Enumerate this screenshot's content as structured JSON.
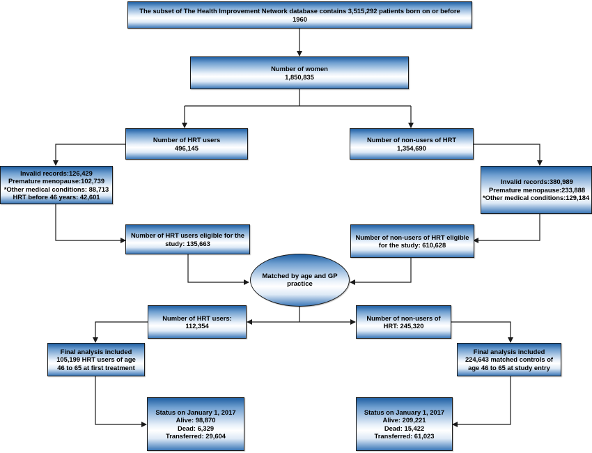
{
  "nodes": {
    "database": [
      "The subset of The Health Improvement Network database contains 3,515,292 patients born on or before",
      "1960"
    ],
    "women": [
      "Number of women",
      "1,850,835"
    ],
    "hrt_users": [
      "Number of HRT users",
      "496,145"
    ],
    "non_users": [
      "Number of non-users of HRT",
      "1,354,690"
    ],
    "excl_hrt": [
      "Invalid records:126,429",
      "Premature menopause:102,739",
      "*Other medical conditions: 88,713",
      "HRT before 46 years: 42,601"
    ],
    "excl_non": [
      "Invalid records:380,989",
      "Premature menopause:233,888",
      "*Other medical conditions:129,184"
    ],
    "eligible_hrt": [
      "Number of HRT users eligible for the",
      "study: 135,663"
    ],
    "eligible_non": [
      "Number of non-users of HRT eligible",
      "for the study: 610,628"
    ],
    "matched": [
      "Matched by age and GP",
      "practice"
    ],
    "matched_hrt": [
      "Number of HRT users:",
      "112,354"
    ],
    "matched_non": [
      "Number of non-users of",
      "HRT: 245,320"
    ],
    "final_hrt": [
      "Final analysis included",
      "105,199 HRT users of age",
      "46 to 65 at first treatment"
    ],
    "final_non": [
      "Final analysis included",
      "224,643 matched controls of",
      "age 46 to 65 at study entry"
    ],
    "status_hrt": [
      "Status on January 1, 2017",
      "Alive: 98,870",
      "Dead: 6,329",
      "Transferred: 29,604"
    ],
    "status_non": [
      "Status on January 1, 2017",
      "Alive: 209,221",
      "Dead: 15,422",
      "Transferred: 61,023"
    ]
  }
}
